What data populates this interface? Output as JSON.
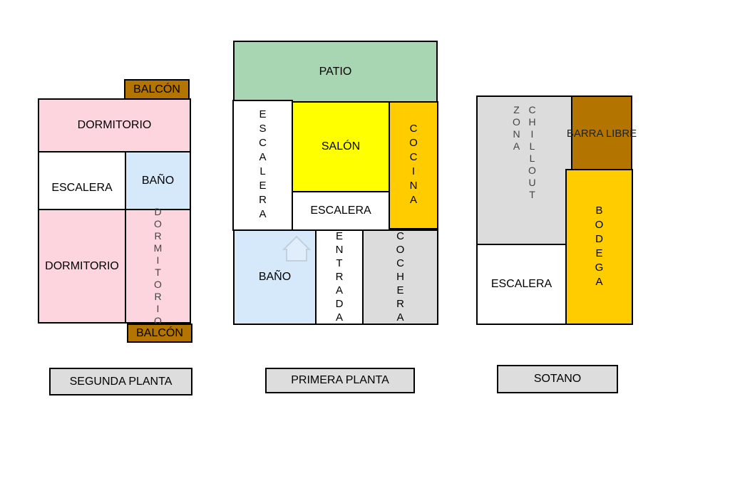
{
  "segunda": {
    "balcon_top": "BALCÓN",
    "dormitorio_top": "DORMITORIO",
    "escalera": "ESCALERA",
    "bano": "BAÑO",
    "dormitorio_left": "DORMITORIO",
    "dormitorio_right": "DORMITORIO",
    "balcon_bottom": "BALCÓN",
    "label": "SEGUNDA PLANTA"
  },
  "primera": {
    "patio": "PATIO",
    "escalera_vertical": "ESCALERA",
    "salon": "SALÓN",
    "cocina": "COCINA",
    "escalera": "ESCALERA",
    "bano": "BAÑO",
    "entrada": "ENTRADA",
    "cochera": "COCHERA",
    "label": "PRIMERA PLANTA"
  },
  "sotano": {
    "zona": "ZONA",
    "chillout": "CHILLOUT",
    "barra_libre": "BARRA LIBRE",
    "bodega": "BODEGA",
    "escalera": "ESCALERA",
    "label": "SOTANO"
  },
  "colors": {
    "pink": "#fcd5df",
    "light_blue": "#d6e9fb",
    "brown": "#b37400",
    "green": "#a8d6b2",
    "yellow": "#ffff00",
    "gold": "#ffcc00",
    "light_gray": "#dcdcdc"
  }
}
